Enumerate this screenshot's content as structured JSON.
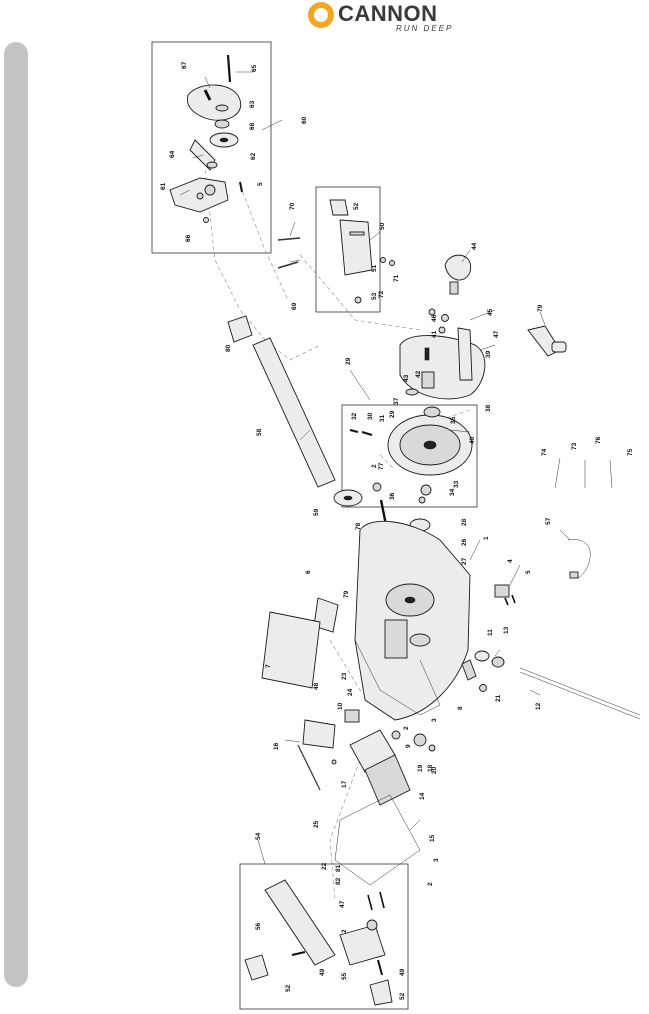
{
  "brand": {
    "name": "CANNON",
    "tagline": "RUN DEEP",
    "colors": {
      "accent": "#f2a81d",
      "text": "#3a3a3a"
    }
  },
  "callouts": [
    {
      "id": "c67",
      "text": "67"
    },
    {
      "id": "c65",
      "text": "65"
    },
    {
      "id": "c63",
      "text": "63"
    },
    {
      "id": "c68",
      "text": "68"
    },
    {
      "id": "c60",
      "text": "60"
    },
    {
      "id": "c64",
      "text": "64"
    },
    {
      "id": "c62a",
      "text": "62"
    },
    {
      "id": "c61",
      "text": "61"
    },
    {
      "id": "c5a",
      "text": "5"
    },
    {
      "id": "c66",
      "text": "66"
    },
    {
      "id": "c70",
      "text": "70"
    },
    {
      "id": "c69",
      "text": "69"
    },
    {
      "id": "c52a",
      "text": "52"
    },
    {
      "id": "c50",
      "text": "50"
    },
    {
      "id": "c51",
      "text": "51"
    },
    {
      "id": "c53",
      "text": "53"
    },
    {
      "id": "c72",
      "text": "72"
    },
    {
      "id": "c71",
      "text": "71"
    },
    {
      "id": "c44",
      "text": "44"
    },
    {
      "id": "c79a",
      "text": "79"
    },
    {
      "id": "c45",
      "text": "45"
    },
    {
      "id": "c46",
      "text": "46"
    },
    {
      "id": "c41",
      "text": "41"
    },
    {
      "id": "c47a",
      "text": "47"
    },
    {
      "id": "c39",
      "text": "39"
    },
    {
      "id": "c38",
      "text": "38"
    },
    {
      "id": "c80",
      "text": "80"
    },
    {
      "id": "c29a",
      "text": "29"
    },
    {
      "id": "c43",
      "text": "43"
    },
    {
      "id": "c42",
      "text": "42"
    },
    {
      "id": "c37",
      "text": "37"
    },
    {
      "id": "c32",
      "text": "32"
    },
    {
      "id": "c30",
      "text": "30"
    },
    {
      "id": "c31",
      "text": "31"
    },
    {
      "id": "c29b",
      "text": "29"
    },
    {
      "id": "c35",
      "text": "35"
    },
    {
      "id": "c40",
      "text": "40"
    },
    {
      "id": "c58",
      "text": "58"
    },
    {
      "id": "c77",
      "text": "77"
    },
    {
      "id": "c2a",
      "text": "2"
    },
    {
      "id": "c36",
      "text": "36"
    },
    {
      "id": "c33",
      "text": "33"
    },
    {
      "id": "c34",
      "text": "34"
    },
    {
      "id": "c74",
      "text": "74"
    },
    {
      "id": "c73",
      "text": "73"
    },
    {
      "id": "c76",
      "text": "76"
    },
    {
      "id": "c75",
      "text": "75"
    },
    {
      "id": "c59",
      "text": "59"
    },
    {
      "id": "c78",
      "text": "78"
    },
    {
      "id": "c28",
      "text": "28"
    },
    {
      "id": "c26",
      "text": "26"
    },
    {
      "id": "c27",
      "text": "27"
    },
    {
      "id": "c1",
      "text": "1"
    },
    {
      "id": "c57",
      "text": "57"
    },
    {
      "id": "c6",
      "text": "6"
    },
    {
      "id": "c79b",
      "text": "79"
    },
    {
      "id": "c4",
      "text": "4"
    },
    {
      "id": "c5b",
      "text": "5"
    },
    {
      "id": "c7",
      "text": "7"
    },
    {
      "id": "c11",
      "text": "11"
    },
    {
      "id": "c13",
      "text": "13"
    },
    {
      "id": "c23",
      "text": "23"
    },
    {
      "id": "c48",
      "text": "48"
    },
    {
      "id": "c24",
      "text": "24"
    },
    {
      "id": "c21",
      "text": "21"
    },
    {
      "id": "c8",
      "text": "8"
    },
    {
      "id": "c12",
      "text": "12"
    },
    {
      "id": "c10",
      "text": "10"
    },
    {
      "id": "c3a",
      "text": "3"
    },
    {
      "id": "c2b",
      "text": "2"
    },
    {
      "id": "c16",
      "text": "16"
    },
    {
      "id": "c9",
      "text": "9"
    },
    {
      "id": "c18",
      "text": "18"
    },
    {
      "id": "c19",
      "text": "19"
    },
    {
      "id": "c20",
      "text": "20"
    },
    {
      "id": "c17",
      "text": "17"
    },
    {
      "id": "c14",
      "text": "14"
    },
    {
      "id": "c25",
      "text": "25"
    },
    {
      "id": "c15",
      "text": "15"
    },
    {
      "id": "c54",
      "text": "54"
    },
    {
      "id": "c3b",
      "text": "3"
    },
    {
      "id": "c22",
      "text": "22"
    },
    {
      "id": "c81",
      "text": "81"
    },
    {
      "id": "c82",
      "text": "82"
    },
    {
      "id": "c2c",
      "text": "2"
    },
    {
      "id": "c47b",
      "text": "47"
    },
    {
      "id": "c56",
      "text": "56"
    },
    {
      "id": "c2d",
      "text": "2"
    },
    {
      "id": "c49a",
      "text": "49"
    },
    {
      "id": "c49b",
      "text": "49"
    },
    {
      "id": "c55",
      "text": "55"
    },
    {
      "id": "c52b",
      "text": "52"
    },
    {
      "id": "c52c",
      "text": "52"
    }
  ]
}
